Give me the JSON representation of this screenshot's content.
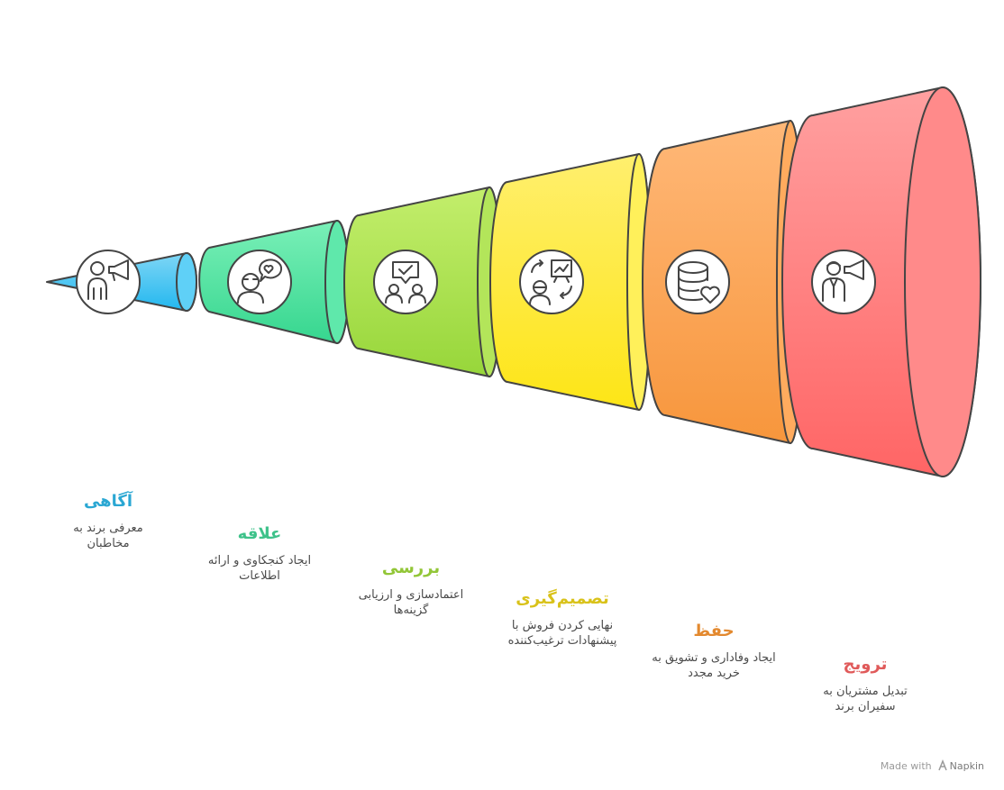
{
  "colors": {
    "awareness": "#3fb7e6",
    "interest": "#3ecf8e",
    "consideration": "#9bd03c",
    "decision": "#f2d51c",
    "retention": "#f4963f",
    "advocacy": "#f06b6b",
    "outline": "#444444"
  },
  "stages": [
    {
      "title": "آگاهی",
      "desc": "معرفی برند به مخاطبان",
      "icon": "person-megaphone-icon",
      "color": "#2aa7d3"
    },
    {
      "title": "علاقه",
      "desc": "ایجاد کنجکاوی و ارائه اطلاعات",
      "icon": "person-heart-bubble-icon",
      "color": "#3ec28a"
    },
    {
      "title": "بررسی",
      "desc": "اعتمادسازی و ارزیابی گزینه‌ها",
      "icon": "presentation-checkmark-icon",
      "color": "#92c637"
    },
    {
      "title": "تصمیم‌گیری",
      "desc": "نهایی کردن فروش با پیشنهادات ترغیب‌کننده",
      "icon": "person-chart-arrows-icon",
      "color": "#d9c21a"
    },
    {
      "title": "حفظ",
      "desc": "ایجاد وفاداری و تشویق به خرید مجدد",
      "icon": "database-heart-icon",
      "color": "#e3892f"
    },
    {
      "title": "ترویج",
      "desc": "تبدیل مشتریان به سفیران برند",
      "icon": "ambassador-megaphone-icon",
      "color": "#e05a5a"
    }
  ],
  "footer": {
    "made_with": "Made with",
    "brand": "Napkin"
  }
}
